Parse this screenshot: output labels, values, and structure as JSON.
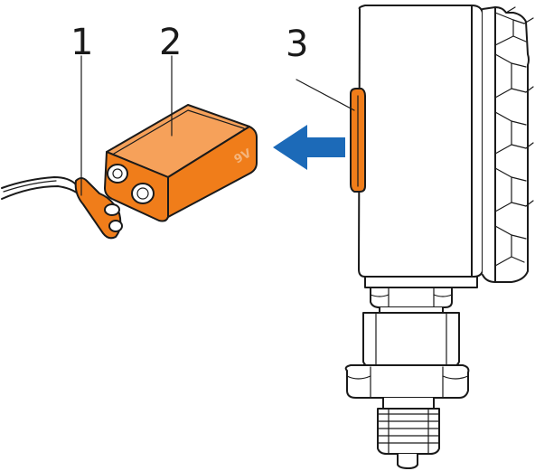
{
  "callouts": [
    {
      "number": "1",
      "part": "battery-clip"
    },
    {
      "number": "2",
      "part": "battery"
    },
    {
      "number": "3",
      "part": "battery-compartment-cover"
    }
  ],
  "battery": {
    "label": "9V"
  },
  "colors": {
    "orange": "#f07d1a",
    "orange_dark": "#c9620f",
    "orange_light": "#f6a15a",
    "arrow_blue": "#1c6ab8",
    "outline": "#1a1a1a"
  },
  "arrow": {
    "direction": "left"
  }
}
